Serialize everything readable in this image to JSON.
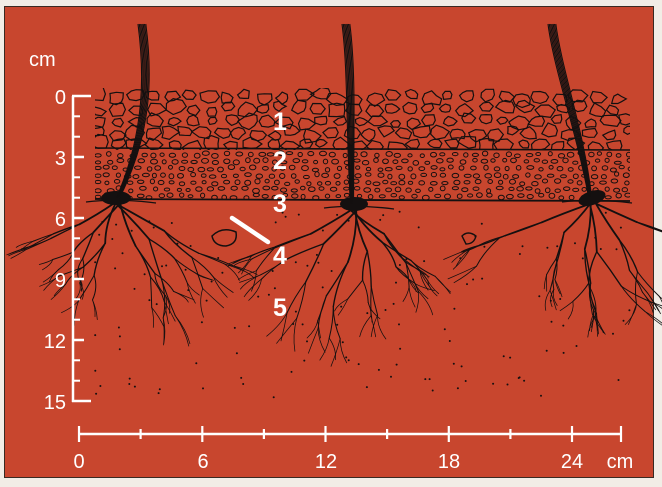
{
  "diagram": {
    "vertical_scale": {
      "unit": "cm",
      "ticks": [
        "0",
        "3",
        "6",
        "9",
        "12",
        "15"
      ]
    },
    "horizontal_scale": {
      "unit": "cm",
      "ticks": [
        "0",
        "6",
        "12",
        "18",
        "24"
      ]
    },
    "layer_numbers": [
      "1",
      "2",
      "3",
      "4",
      "5"
    ],
    "colors": {
      "background": "#c8462e",
      "ink": "#141010",
      "text": "#ffffff",
      "paper": "#f2ede6"
    }
  }
}
